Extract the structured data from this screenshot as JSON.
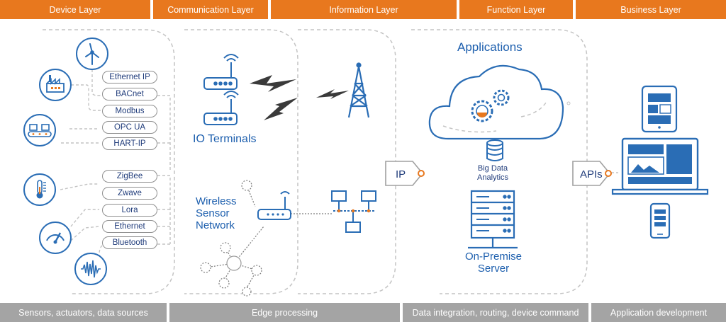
{
  "headers": [
    "Device Layer",
    "Communication Layer",
    "Information Layer",
    "Function Layer",
    "Business Layer"
  ],
  "footers": [
    "Sensors, actuators, data sources",
    "Edge processing",
    "Data integration, routing, device command",
    "Application development"
  ],
  "protocols": [
    "Ethernet IP",
    "BACnet",
    "Modbus",
    "OPC UA",
    "HART-IP",
    "ZigBee",
    "Zwave",
    "Lora",
    "Ethernet",
    "Bluetooth"
  ],
  "labels": {
    "io_terminals": "IO Terminals",
    "wireless_sensor_network": "Wireless\nSensor\nNetwork",
    "ip": "IP",
    "applications": "Applications",
    "big_data_analytics": "Big Data\nAnalytics",
    "on_premise_server": "On-Premise\nServer",
    "apis": "APIs"
  },
  "colors": {
    "header": "#e8781e",
    "footer": "#a4a4a4",
    "icon_blue": "#2a6db5",
    "label_blue": "#1d5fae",
    "dashed": "#c4c4c4",
    "accent": "#e8781e"
  },
  "icons": [
    "wind-turbine-icon",
    "factory-icon",
    "conveyor-icon",
    "thermometer-icon",
    "gauge-icon",
    "sound-wave-icon",
    "router-icon",
    "lightning-icon",
    "cell-tower-icon",
    "network-computers-icon",
    "cloud-icon",
    "gears-icon",
    "database-icon",
    "server-icon",
    "tablet-icon",
    "laptop-icon",
    "phone-icon"
  ]
}
